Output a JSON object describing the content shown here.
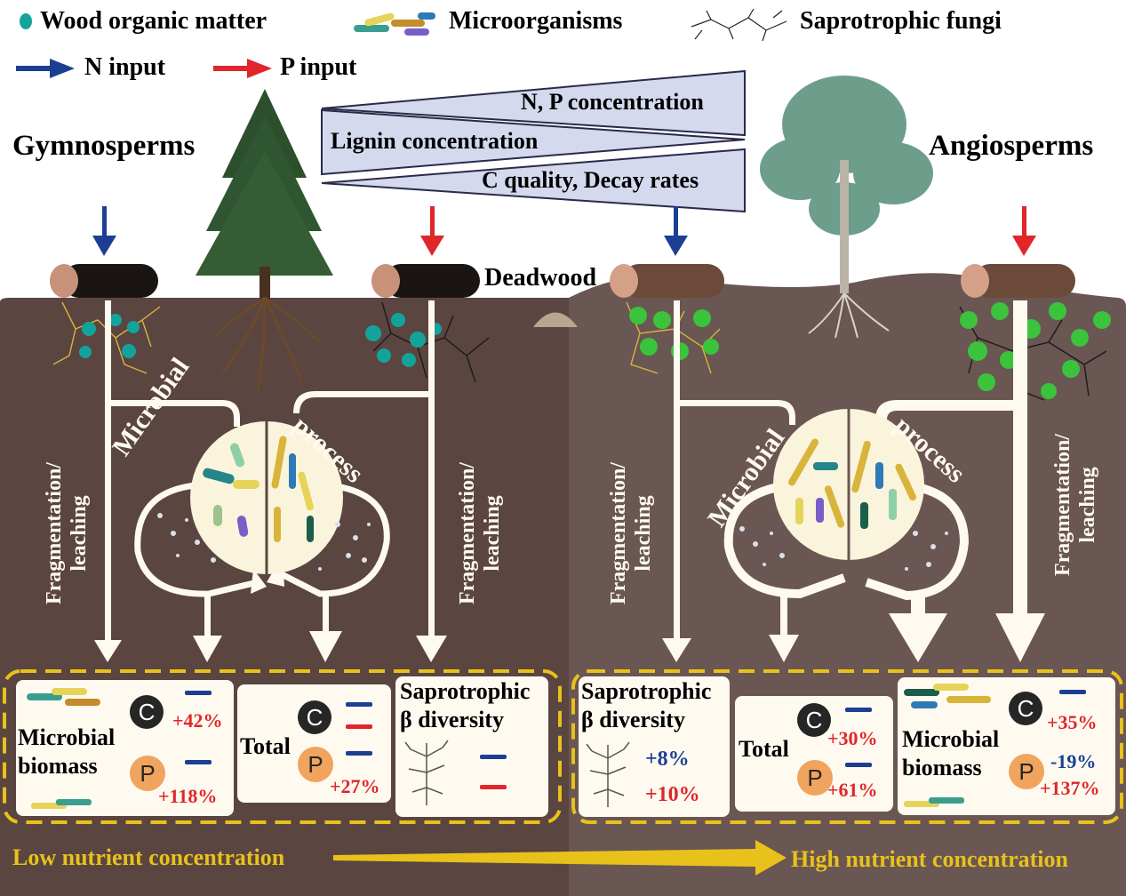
{
  "legend": {
    "wood": "Wood organic matter",
    "microbes": "Microorganisms",
    "fungi": "Saprotrophic fungi",
    "n_input": "N input",
    "p_input": "P input"
  },
  "gradient": {
    "np": "N, P concentration",
    "lignin": "Lignin concentration",
    "cq": "C quality, Decay rates"
  },
  "labels": {
    "gymno": "Gymnosperms",
    "angio": "Angiosperms",
    "deadwood": "Deadwood",
    "frag1": "Fragmentation/",
    "frag2": "leaching",
    "microbial": "Microbial",
    "process": "process",
    "low": "Low nutrient concentration",
    "high": "High nutrient concentration"
  },
  "left": {
    "mb1": "Microbial",
    "mb2": "biomass",
    "mb_c": "+42%",
    "mb_p": "+118%",
    "total": "Total",
    "total_p": "+27%",
    "sapro1": "Saprotrophic",
    "sapro2": "β diversity"
  },
  "right": {
    "sapro1": "Saprotrophic",
    "sapro2": "β diversity",
    "sapro_n": "+8%",
    "sapro_p": "+10%",
    "total": "Total",
    "total_c": "+30%",
    "total_p": "+61%",
    "mb1": "Microbial",
    "mb2": "biomass",
    "mb_c": "+35%",
    "mb_p1": "-19%",
    "mb_p2": "+137%"
  },
  "symbols": {
    "c": "C",
    "p": "P"
  },
  "colors": {
    "soil_left": "#5a4541",
    "soil_right": "#6a5652",
    "cream": "#fffaf0",
    "n_arrow": "#1c3f94",
    "p_arrow": "#e0262b",
    "teal": "#14a39a",
    "green": "#3cc33c",
    "yellow_dash": "#e8c21a",
    "wedge": "#d5d9ee"
  }
}
